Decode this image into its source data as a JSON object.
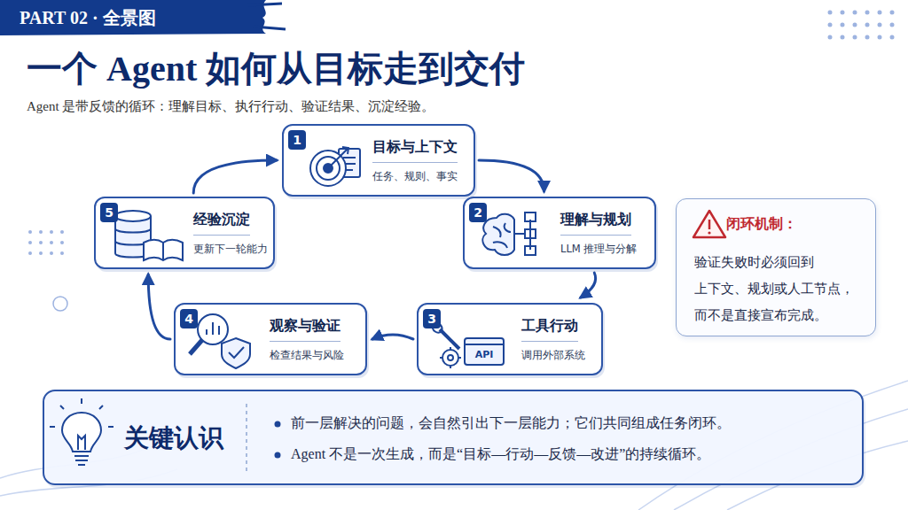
{
  "diagram": {
    "title": "一个 Agent 如何从目标走到交付",
    "caption": "Agent 是带反馈的循环：理解目标、执行行动、验证结果、沉淀经验。",
    "nodes": [
      {
        "text": [
          "目标与上下文",
          "任务、规则、事实"
        ]
      },
      {
        "text": [
          "理解与规划",
          "LLM 推理与分解"
        ]
      },
      {
        "text": [
          "工具行动",
          "调用外部系统"
        ]
      },
      {
        "text": [
          "观察与验证",
          "检查结果与风险"
        ]
      },
      {
        "text": [
          "经验沉淀",
          "更新下一轮能力"
        ]
      },
      {
        "text": [
          "闭环机制：",
          "验证失败时必须回到 上下文、规划或人工节点， 而不是直接宣布完成。"
        ]
      },
      {
        "text": [
          "关键认识",
          "前一层解决的问题，会自然引出下一层能力；它们共同组成任务闭环。",
          "Agent 不是一次生成，而是“目标—行动—反馈—改进”的持续循环。"
        ]
      }
    ],
    "edges": [
      {
        "from": 0,
        "to": 1,
        "arrow": "to"
      },
      {
        "from": 1,
        "to": 2,
        "arrow": "to"
      },
      {
        "from": 2,
        "to": 3,
        "arrow": "to"
      },
      {
        "from": 3,
        "to": 4,
        "arrow": "to"
      },
      {
        "from": 4,
        "to": 0,
        "arrow": "to"
      }
    ],
    "labels": [
      "PART 02 · 全景图",
      "1",
      "2",
      "3",
      "4",
      "5",
      "API"
    ]
  }
}
